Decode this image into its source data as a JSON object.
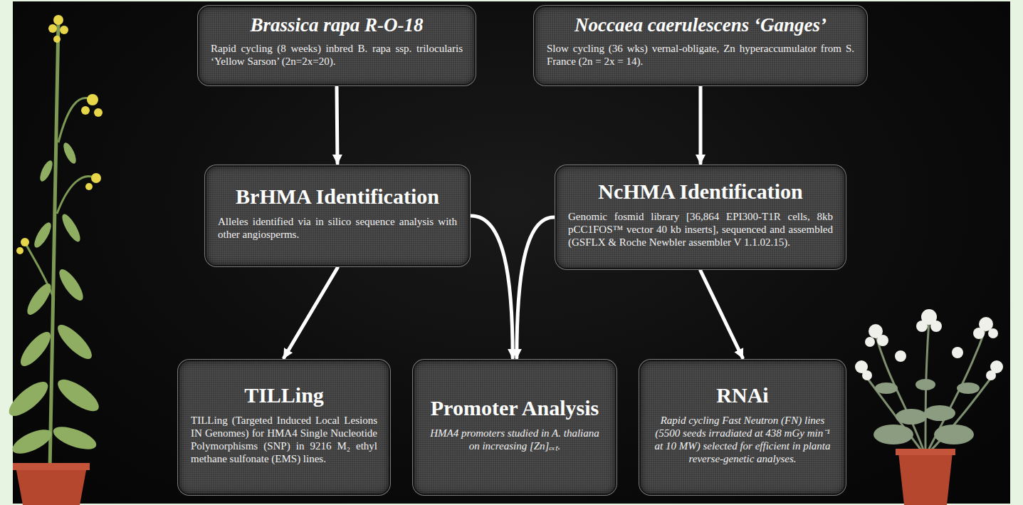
{
  "diagram": {
    "nodes": [
      {
        "text": [
          "Brassica rapa R-O-18",
          "Rapid cycling (8 weeks) inbred B. rapa ssp. trilocularis ‘Yellow Sarson’ (2n=2x=20)."
        ]
      },
      {
        "text": [
          "Noccaea caerulescens ‘Ganges’",
          "Slow cycling (36 wks) vernal-obligate, Zn hyperaccumulator from S. France (2n = 2x = 14)."
        ]
      },
      {
        "text": [
          "BrHMA Identification",
          "Alleles identified via in silico sequence analysis with other angiosperms."
        ]
      },
      {
        "text": [
          "NcHMA Identification",
          "Genomic fosmid library [36,864 EPI300-T1R cells, 8kb pCC1FOS™ vector 40 kb inserts], sequenced and assembled (GSFLX & Roche Newbler assembler V 1.1.02.15)."
        ]
      },
      {
        "text": [
          "TILLing",
          "TILLing (Targeted Induced Local Lesions IN Genomes) for HMA4 Single Nucleotide Polymorphisms (SNP) in 9216 M₂ ethyl methane sulfonate (EMS) lines."
        ]
      },
      {
        "text": [
          "Promoter Analysis",
          "HMA4 promoters studied in A. thaliana on increasing [Zn]ₑₓₜ."
        ]
      },
      {
        "text": [
          "RNAi",
          "Rapid cycling Fast Neutron (FN) lines (5500 seeds irradiated at 438 mGy min⁻¹ at 10 MW) selected for efficient in planta reverse-genetic analyses."
        ]
      }
    ],
    "edges": [
      {
        "from": 0,
        "to": 2,
        "arrow": "to"
      },
      {
        "from": 1,
        "to": 3,
        "arrow": "to"
      },
      {
        "from": 2,
        "to": 4,
        "arrow": "to"
      },
      {
        "from": 2,
        "to": 5,
        "arrow": "to"
      },
      {
        "from": 3,
        "to": 5,
        "arrow": "to"
      },
      {
        "from": 3,
        "to": 6,
        "arrow": "to"
      }
    ]
  }
}
